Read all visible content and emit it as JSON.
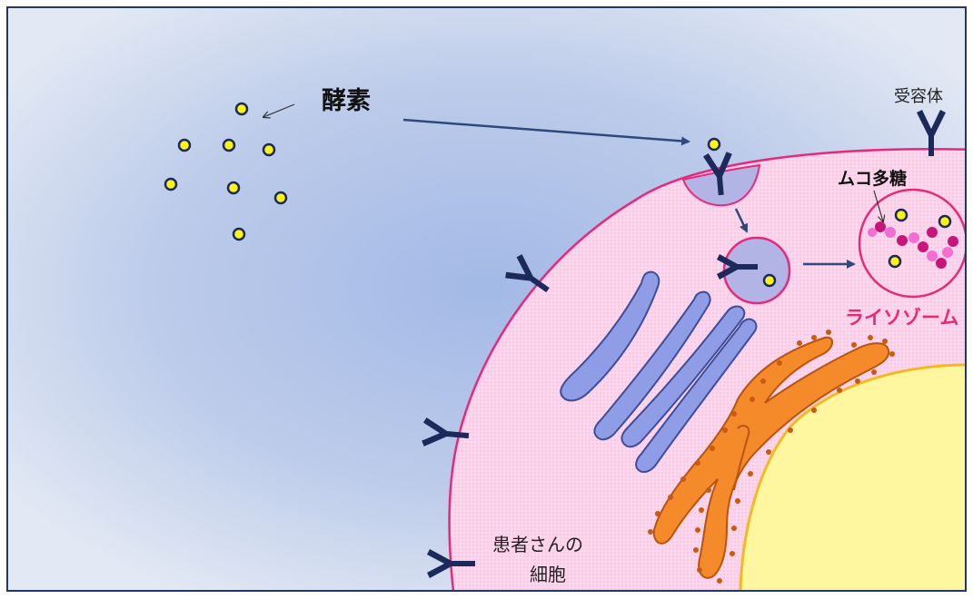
{
  "labels": {
    "enzyme": "酵素",
    "receptor": "受容体",
    "mucopolysaccharide": "ムコ多糖",
    "lysosome": "ライソゾーム",
    "patient_cell_line1": "患者さんの",
    "patient_cell_line2": "細胞"
  },
  "colors": {
    "cell_fill": "#fbd3ea",
    "cell_border": "#e8297a",
    "receptor": "#1b2a5a",
    "enzyme_dot": "#fff21a",
    "arrow": "#2f4a7a",
    "golgi": "#8f9de6",
    "er": "#f58a2a",
    "nucleus": "#fff7a0",
    "lysosome_label": "#e8297a",
    "polysaccharide_dark": "#c8157a",
    "polysaccharide_light": "#f26ed2"
  }
}
